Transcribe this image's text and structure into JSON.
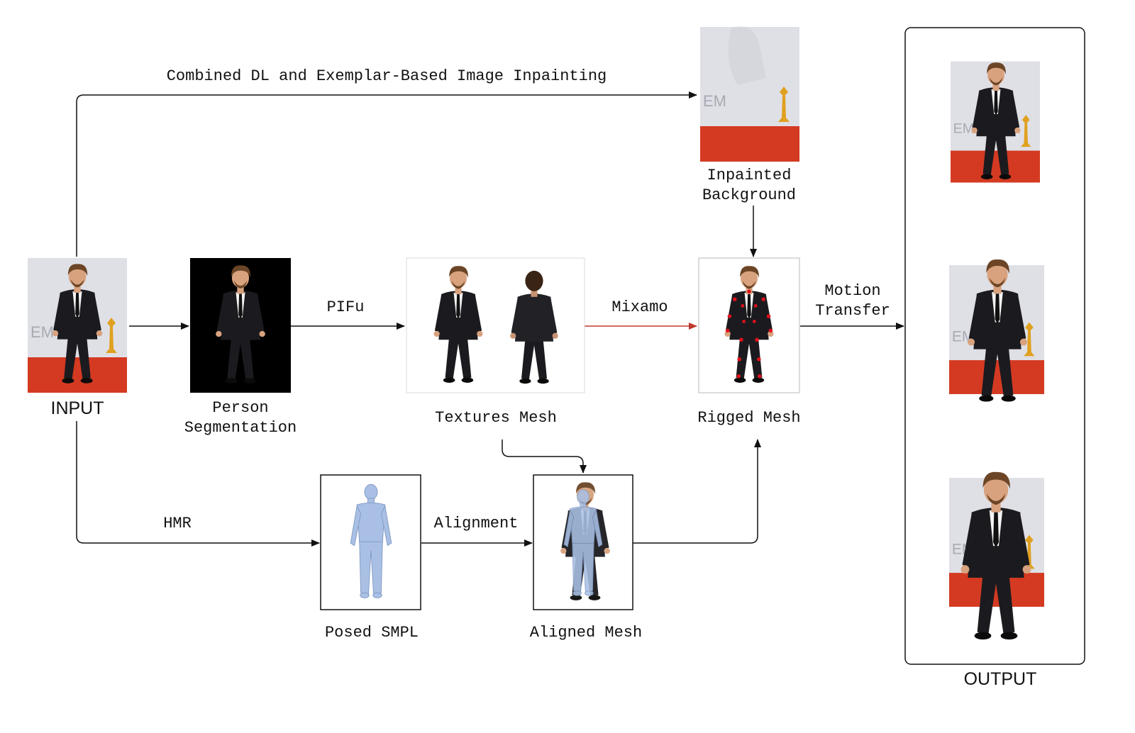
{
  "input_label": "INPUT",
  "output_label": "OUTPUT",
  "inpainting_label": "Combined DL and Exemplar-Based Image Inpainting",
  "inpainted_label": [
    "Inpainted",
    "Background"
  ],
  "segmentation_label": [
    "Person",
    "Segmentation"
  ],
  "pifu_label": "PIFu",
  "textures_label": "Textures Mesh",
  "mixamo_label": "Mixamo",
  "rigged_label": "Rigged Mesh",
  "motion_label": [
    "Motion",
    "Transfer"
  ],
  "hmr_label": "HMR",
  "posed_label": "Posed SMPL",
  "alignment_label": "Alignment",
  "aligned_label": "Aligned Mesh",
  "backdrop_text": "EM",
  "colors": {
    "arrow": "#111111",
    "mixamo_arrow": "#c0392b",
    "carpet": "#d43a22",
    "backdrop": "#dfe0e6",
    "suit": "#1b1b1f",
    "shirt": "#f4f4f4",
    "skin": "#d8a27e",
    "hair": "#6b4526",
    "smpl": "#a9c0e4",
    "joint": "#e0101a",
    "emmy": "#e0a020"
  }
}
